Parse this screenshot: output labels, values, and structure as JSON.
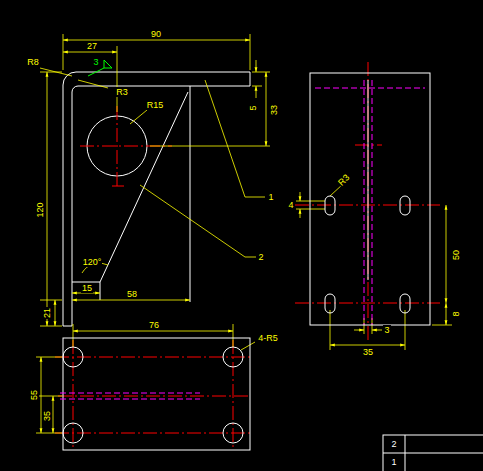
{
  "diagram": {
    "labels": [
      "90",
      "27",
      "R8",
      "3",
      "R3",
      "R15",
      "5",
      "33",
      "120",
      "1",
      "2",
      "120°",
      "15",
      "58",
      "21",
      "76",
      "4-R5",
      "55",
      "35",
      "R3",
      "4",
      "50",
      "8",
      "3",
      "35",
      "2",
      "1"
    ]
  }
}
